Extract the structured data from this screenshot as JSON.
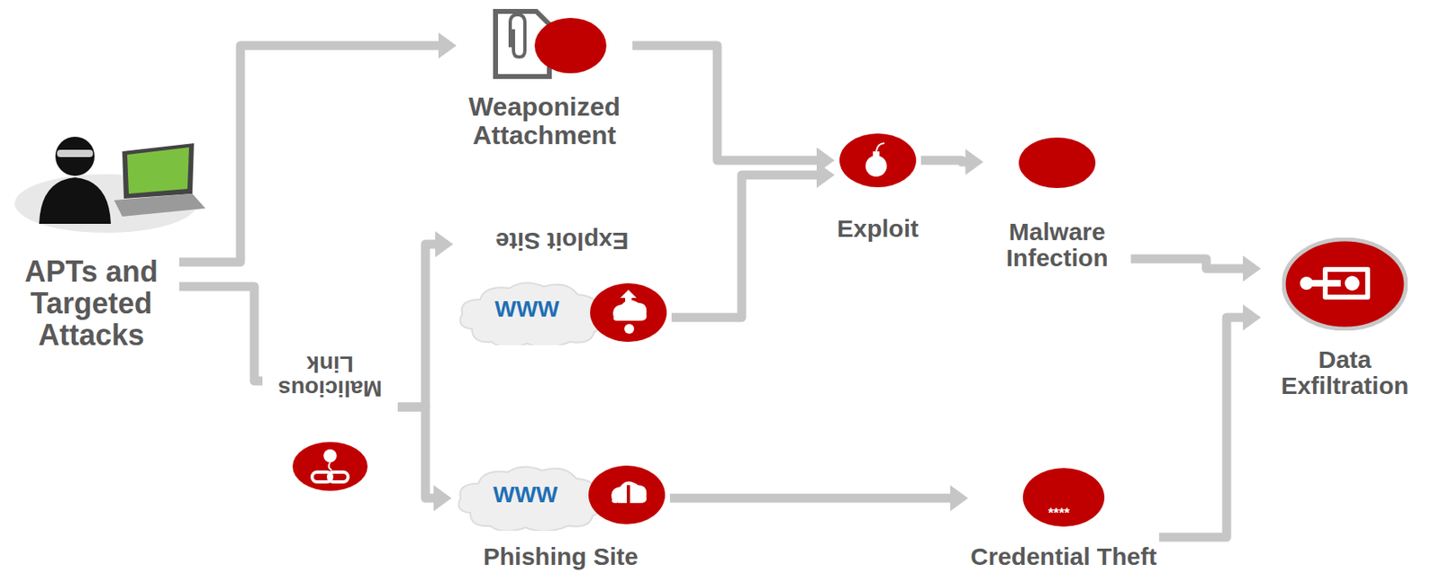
{
  "diagram": {
    "nodes": [
      {
        "text": [
          "APTs and Targeted Attacks"
        ]
      },
      {
        "text": [
          "Weaponized Attachment"
        ]
      },
      {
        "text": [
          "Exploit Site"
        ]
      },
      {
        "text": [
          "Malicious Link"
        ]
      },
      {
        "text": [
          "Phishing Site"
        ]
      },
      {
        "text": [
          "Exploit"
        ]
      },
      {
        "text": [
          "Malware Infection"
        ]
      },
      {
        "text": [
          "Credential Theft"
        ]
      },
      {
        "text": [
          "Data Exfiltration"
        ]
      }
    ],
    "edges": [
      {
        "from": 0,
        "to": 1,
        "arrow": "to"
      },
      {
        "from": 0,
        "to": 3,
        "arrow": "none"
      },
      {
        "from": 3,
        "to": 2,
        "arrow": "to"
      },
      {
        "from": 3,
        "to": 4,
        "arrow": "to"
      },
      {
        "from": 1,
        "to": 5,
        "arrow": "to"
      },
      {
        "from": 2,
        "to": 5,
        "arrow": "to"
      },
      {
        "from": 5,
        "to": 6,
        "arrow": "to"
      },
      {
        "from": 6,
        "to": 8,
        "arrow": "to"
      },
      {
        "from": 4,
        "to": 7,
        "arrow": "to"
      },
      {
        "from": 7,
        "to": 8,
        "arrow": "to"
      }
    ],
    "labels": [
      "WWW",
      "WWW",
      "****"
    ]
  }
}
